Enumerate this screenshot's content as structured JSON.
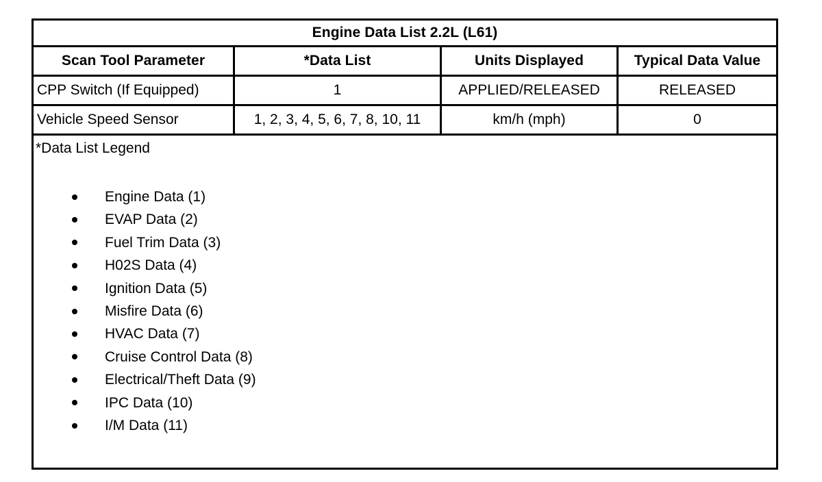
{
  "table": {
    "title": "Engine Data List 2.2L (L61)",
    "columns": [
      "Scan Tool Parameter",
      "*Data List",
      "Units Displayed",
      "Typical Data Value"
    ],
    "rows": [
      {
        "parameter": "CPP Switch (If Equipped)",
        "data_list": "1",
        "units": "APPLIED/RELEASED",
        "typical_value": "RELEASED"
      },
      {
        "parameter": "Vehicle Speed Sensor",
        "data_list": "1, 2, 3, 4, 5, 6, 7, 8, 10, 11",
        "units": "km/h (mph)",
        "typical_value": "0"
      }
    ]
  },
  "legend": {
    "title": "*Data List Legend",
    "items": [
      "Engine Data (1)",
      "EVAP Data (2)",
      "Fuel Trim Data (3)",
      "H02S Data (4)",
      "Ignition Data (5)",
      "Misfire Data (6)",
      "HVAC Data (7)",
      "Cruise Control Data (8)",
      "Electrical/Theft Data (9)",
      "IPC Data (10)",
      "I/M Data (11)"
    ]
  },
  "colors": {
    "border": "#000000",
    "text": "#000000",
    "background": "#ffffff"
  }
}
